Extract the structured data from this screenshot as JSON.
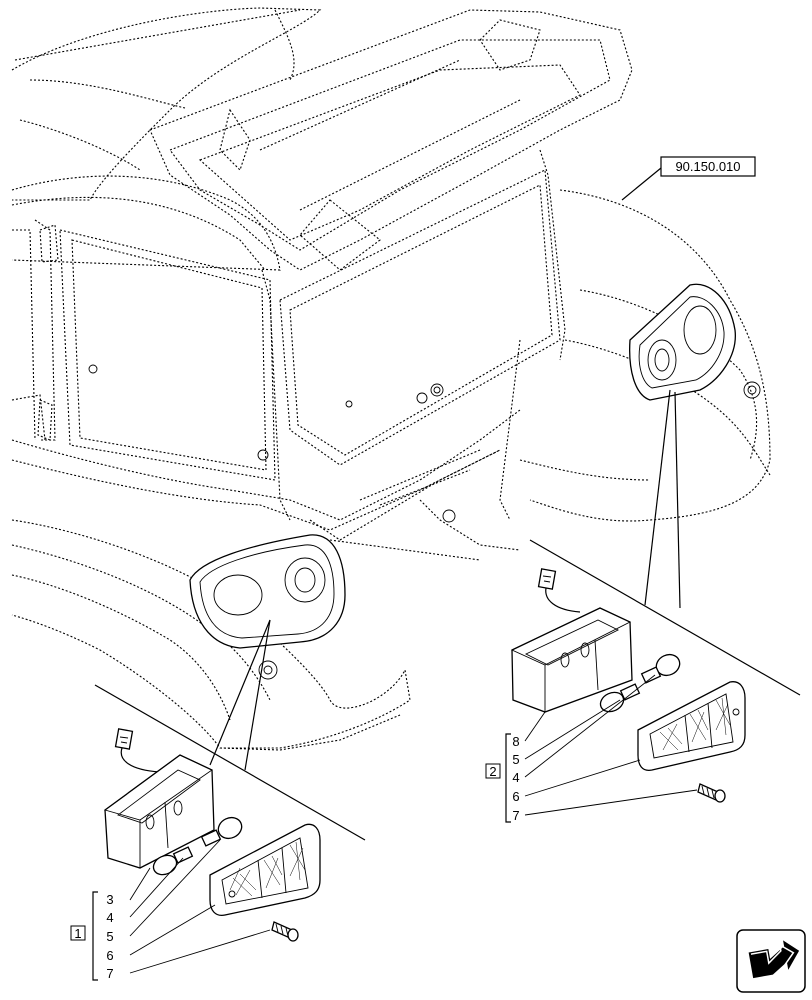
{
  "reference_label": "90.150.010",
  "groups": [
    {
      "group_label": "1",
      "parts": [
        "3",
        "4",
        "5",
        "6",
        "7"
      ]
    },
    {
      "group_label": "2",
      "parts": [
        "8",
        "5",
        "4",
        "6",
        "7"
      ]
    }
  ],
  "icons": [
    "next-page-arrow-icon"
  ]
}
